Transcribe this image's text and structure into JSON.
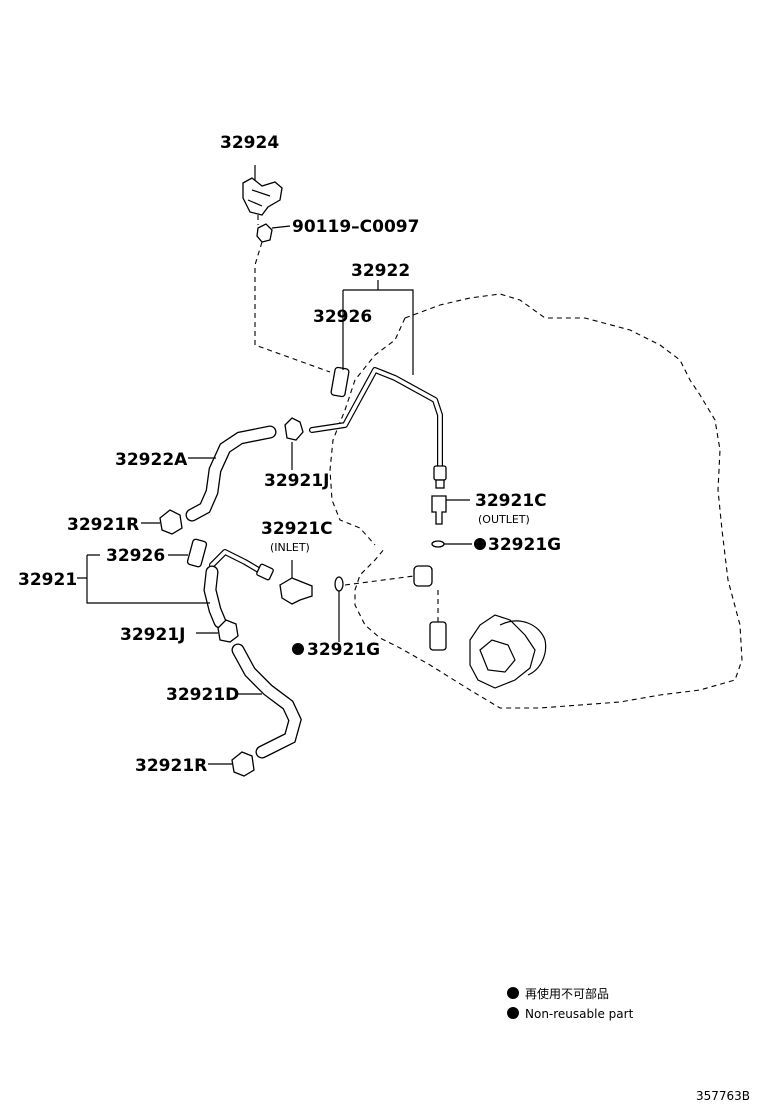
{
  "parts": {
    "p32924": "32924",
    "p90119": "90119–C0097",
    "p32922": "32922",
    "p32926_upper": "32926",
    "p32922A": "32922A",
    "p32921J_upper": "32921J",
    "p32921C_outlet": "32921C",
    "outlet_label": "(OUTLET)",
    "p32921G_right": "32921G",
    "p32921R_upper": "32921R",
    "p32921C_inlet": "32921C",
    "inlet_label": "(INLET)",
    "p32926_lower": "32926",
    "p32921": "32921",
    "p32921J_lower": "32921J",
    "p32921G_lower": "32921G",
    "p32921D": "32921D",
    "p32921R_lower": "32921R"
  },
  "legend": {
    "japanese": "再使用不可部品",
    "english": "Non-reusable part"
  },
  "diagram_id": "357763B"
}
